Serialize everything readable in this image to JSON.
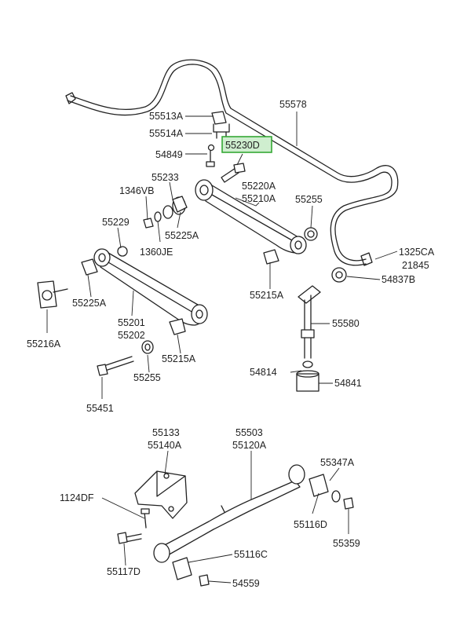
{
  "colors": {
    "line": "#222222",
    "background": "#ffffff",
    "highlight_fill": "#cfeecf",
    "highlight_stroke": "#35a835"
  },
  "labels": {
    "p55513A": "55513A",
    "p55514A": "55514A",
    "p54849": "54849",
    "p55578": "55578",
    "p55230D": "55230D",
    "p55233": "55233",
    "p1346VB": "1346VB",
    "p55220A": "55220A",
    "p55210A": "55210A",
    "p55255_upper": "55255",
    "p55229": "55229",
    "p55225A_upper": "55225A",
    "p1360JE": "1360JE",
    "p1325CA": "1325CA",
    "p21845": "21845",
    "p54837B": "54837B",
    "p55215A_upper": "55215A",
    "p55225A_lower": "55225A",
    "p55216A": "55216A",
    "p55201": "55201",
    "p55202": "55202",
    "p55580": "55580",
    "p55215A_lower": "55215A",
    "p55255_lower": "55255",
    "p54814": "54814",
    "p54841": "54841",
    "p55451": "55451",
    "p55133": "55133",
    "p55140A": "55140A",
    "p55503": "55503",
    "p55120A": "55120A",
    "p55347A": "55347A",
    "p1124DF": "1124DF",
    "p55116D": "55116D",
    "p55359": "55359",
    "p55117D": "55117D",
    "p55116C": "55116C",
    "p54559": "54559"
  }
}
